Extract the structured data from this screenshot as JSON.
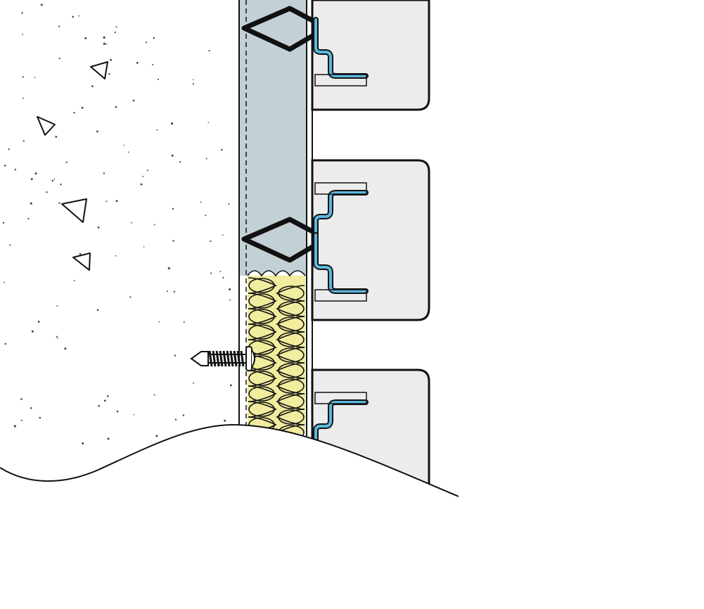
{
  "diagram": {
    "type": "construction-section-detail",
    "labels": [],
    "colors": {
      "background": "#ffffff",
      "outline": "#111111",
      "concrete_fill": "#ffffff",
      "concrete_speckle": "#444444",
      "air_gap_fill": "#c3d1d7",
      "insulation_fill": "#f1ec9e",
      "tile_fill": "#ececec",
      "clip_blue": "#5cb8df",
      "anchor_black": "#111111"
    },
    "components": [
      {
        "name": "concrete-substrate",
        "icon": "speckled-concrete"
      },
      {
        "name": "aggregate-triangles",
        "icon": "triangle"
      },
      {
        "name": "air-cavity",
        "icon": "filled-band"
      },
      {
        "name": "mineral-wool-insulation",
        "icon": "insulation-loops"
      },
      {
        "name": "screw-anchor",
        "icon": "screw"
      },
      {
        "name": "diamond-bracket",
        "icon": "diamond"
      },
      {
        "name": "support-rail",
        "icon": "vertical-profile"
      },
      {
        "name": "facade-tile",
        "icon": "rounded-panel"
      },
      {
        "name": "tile-clip",
        "icon": "z-clip"
      },
      {
        "name": "break-line",
        "icon": "wave-cut"
      }
    ]
  }
}
